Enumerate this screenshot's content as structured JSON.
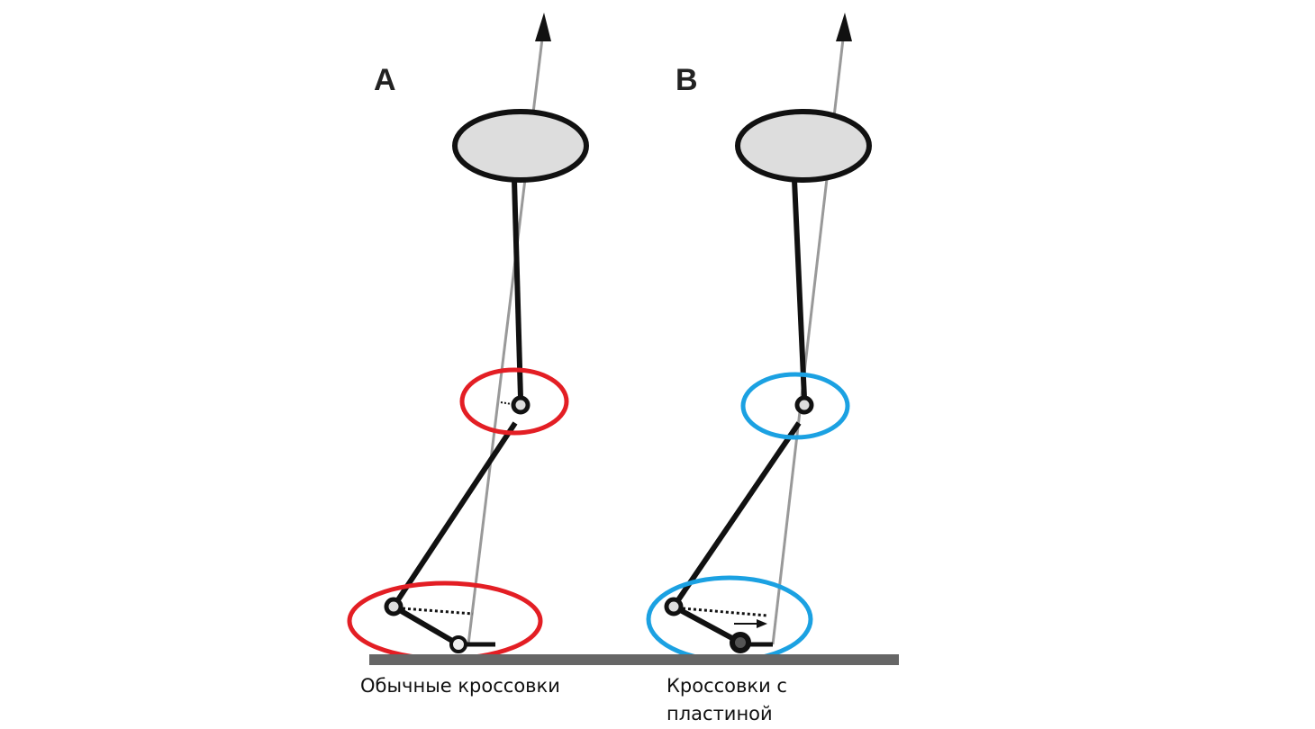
{
  "panels": [
    {
      "letter": "A",
      "caption": [
        "Обычные кроссовки"
      ],
      "highlight_color": "#e31e24"
    },
    {
      "letter": "B",
      "caption": [
        "Кроссовки с",
        "пластиной"
      ],
      "highlight_color": "#1ba1e2"
    }
  ],
  "colors": {
    "limb": "#111111",
    "force_line": "#999999",
    "ground": "#666666",
    "head_fill": "#dddddd"
  }
}
